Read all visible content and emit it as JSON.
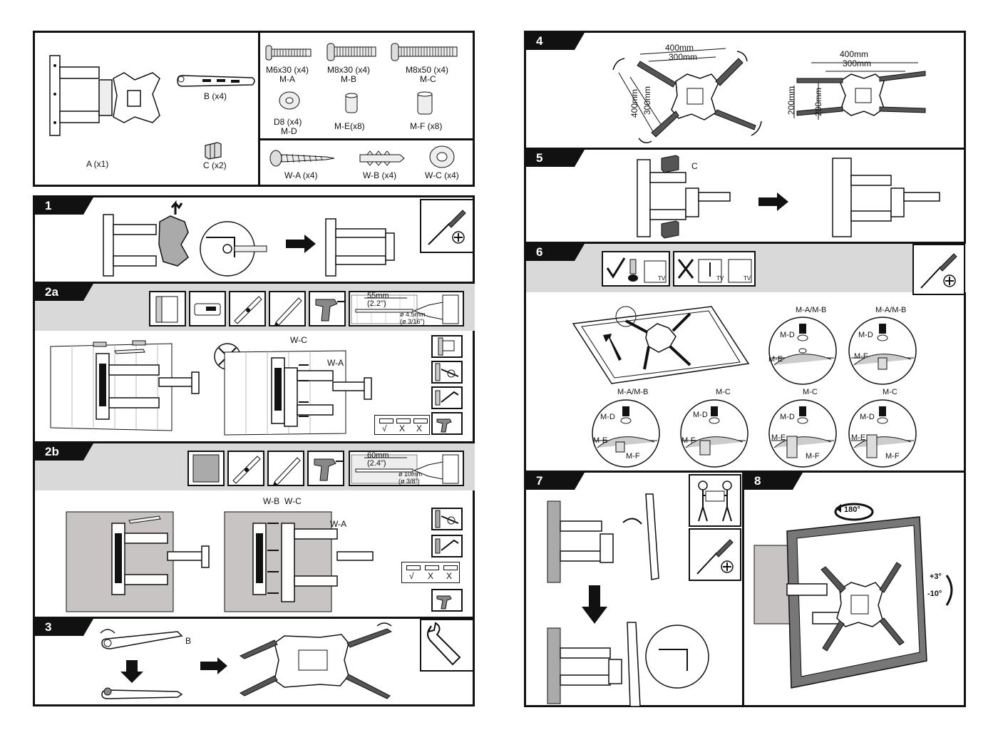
{
  "parts": {
    "A": "A (x1)",
    "B": "B (x4)",
    "C": "C (x2)",
    "MA": [
      "M6x30 (x4)",
      "M-A"
    ],
    "MB": [
      "M8x30 (x4)",
      "M-B"
    ],
    "MC": [
      "M8x50 (x4)",
      "M-C"
    ],
    "MD": [
      "D8 (x4)",
      "M-D"
    ],
    "ME": "M-E(x8)",
    "MF": "M-F (x8)",
    "WA": "W-A (x4)",
    "WB": "W-B (x4)",
    "WC": "W-C (x4)"
  },
  "steps": {
    "s1": "1",
    "s2a": "2a",
    "s2b": "2b",
    "s3": "3",
    "s4": "4",
    "s5": "5",
    "s6": "6",
    "s7": "7",
    "s8": "8"
  },
  "step2a": {
    "depth": "55mm",
    "depth_in": "(2.2\")",
    "drill": "ø 4.5mm",
    "drill_in": "(ø 3/16\")",
    "wc": "W-C",
    "wa": "W-A",
    "level": [
      "√",
      "X",
      "X"
    ]
  },
  "step2b": {
    "depth": "60mm",
    "depth_in": "(2.4\")",
    "drill": "ø 10mm",
    "drill_in": "(ø 3/8\")",
    "wb": "W-B",
    "wc": "W-C",
    "wa": "W-A",
    "level": [
      "√",
      "X",
      "X"
    ]
  },
  "step3": {
    "b": "B"
  },
  "step4": {
    "w400": "400mm",
    "w300": "300mm",
    "h400": "400mm",
    "h300": "300mm",
    "w400b": "400mm",
    "w300b": "300mm",
    "h200a": "200mm",
    "h200b": "200mm"
  },
  "step5": {
    "c": "C"
  },
  "step6": {
    "tv": "TV",
    "circles": [
      {
        "top": "M-A/M-B",
        "d": "M-D",
        "e": "M-E",
        "f": ""
      },
      {
        "top": "M-A/M-B",
        "d": "M-D",
        "e": "",
        "f": "M-F"
      },
      {
        "top": "M-A/M-B",
        "d": "M-D",
        "e": "M-E",
        "f": "M-F"
      },
      {
        "top": "M-C",
        "d": "M-D",
        "e": "",
        "f": "M-F"
      },
      {
        "top": "M-C",
        "d": "M-D",
        "e": "M-E",
        "f": "M-F"
      },
      {
        "top": "M-C",
        "d": "M-D",
        "e": "M-E",
        "f": "M-F"
      }
    ]
  },
  "step8": {
    "rot": "180°",
    "tilt_up": "+3°",
    "tilt_down": "-10°"
  },
  "colors": {
    "ink": "#111111",
    "band": "#d9d9d9",
    "wall": "#c9c4c4"
  }
}
